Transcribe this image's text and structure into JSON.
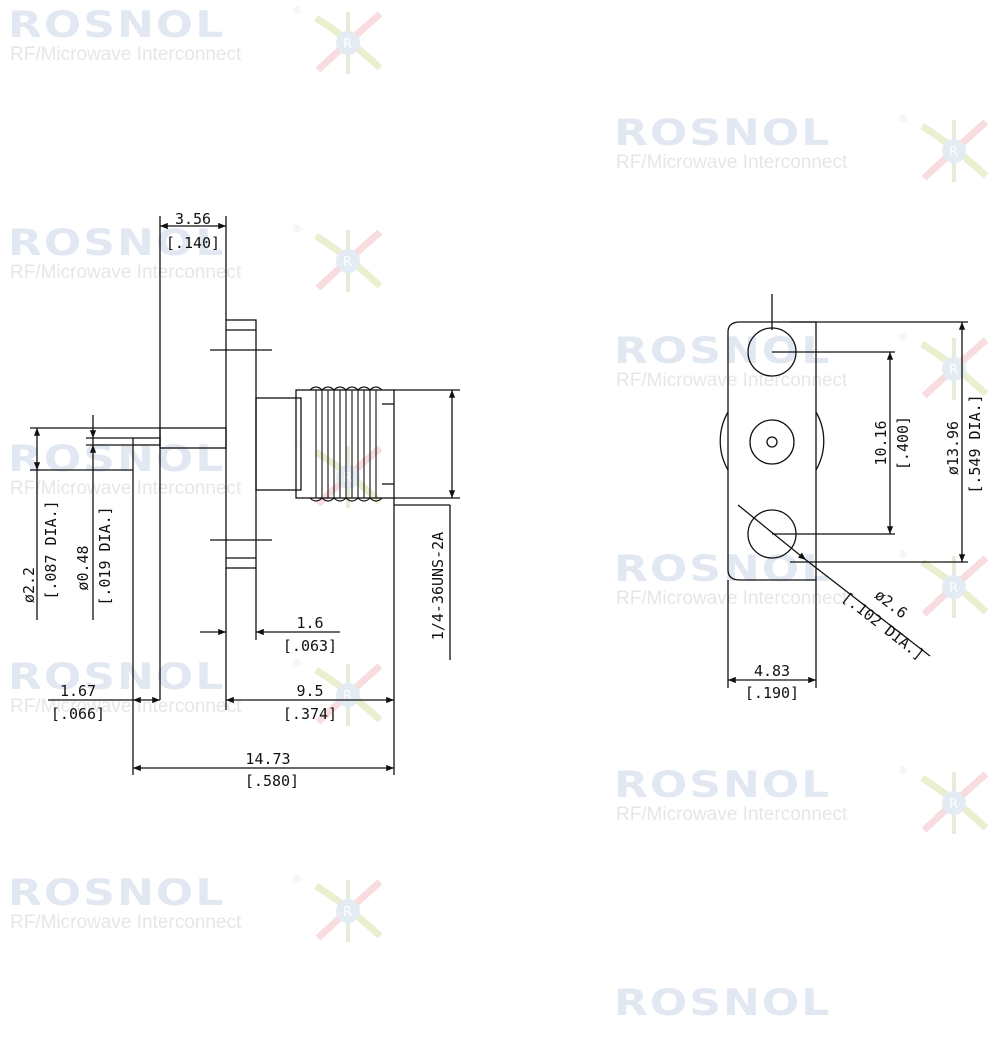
{
  "watermark": {
    "brand": "ROSNOL",
    "registered": "®",
    "tagline": "RF/Microwave Interconnect",
    "logo_icon": "rosnol-star-logo",
    "colors": {
      "word": "#c9d6e6",
      "tagline": "#cfd3d8"
    }
  },
  "side_view": {
    "flange_thickness": {
      "mm": "3.56",
      "inch": "[.140]"
    },
    "body_dia": {
      "mm": "ø2.2",
      "inch": "[.087 DIA.]"
    },
    "pin_dia": {
      "mm": "ø0.48",
      "inch": "[.019 DIA.]"
    },
    "pin_length": {
      "mm": "1.67",
      "inch": "[.066]"
    },
    "step": {
      "mm": "1.6",
      "inch": "[.063]"
    },
    "body_length": {
      "mm": "9.5",
      "inch": "[.374]"
    },
    "overall_length": {
      "mm": "14.73",
      "inch": "[.580]"
    },
    "thread": "1/4-36UNS-2A"
  },
  "front_view": {
    "hole_spacing": {
      "mm": "10.16",
      "inch": "[.400]"
    },
    "flange_dia": {
      "mm": "ø13.96",
      "inch": "[.549 DIA.]"
    },
    "hole_dia": {
      "mm": "ø2.6",
      "inch": "[.102 DIA.]"
    },
    "flange_width": {
      "mm": "4.83",
      "inch": "[.190]"
    }
  }
}
